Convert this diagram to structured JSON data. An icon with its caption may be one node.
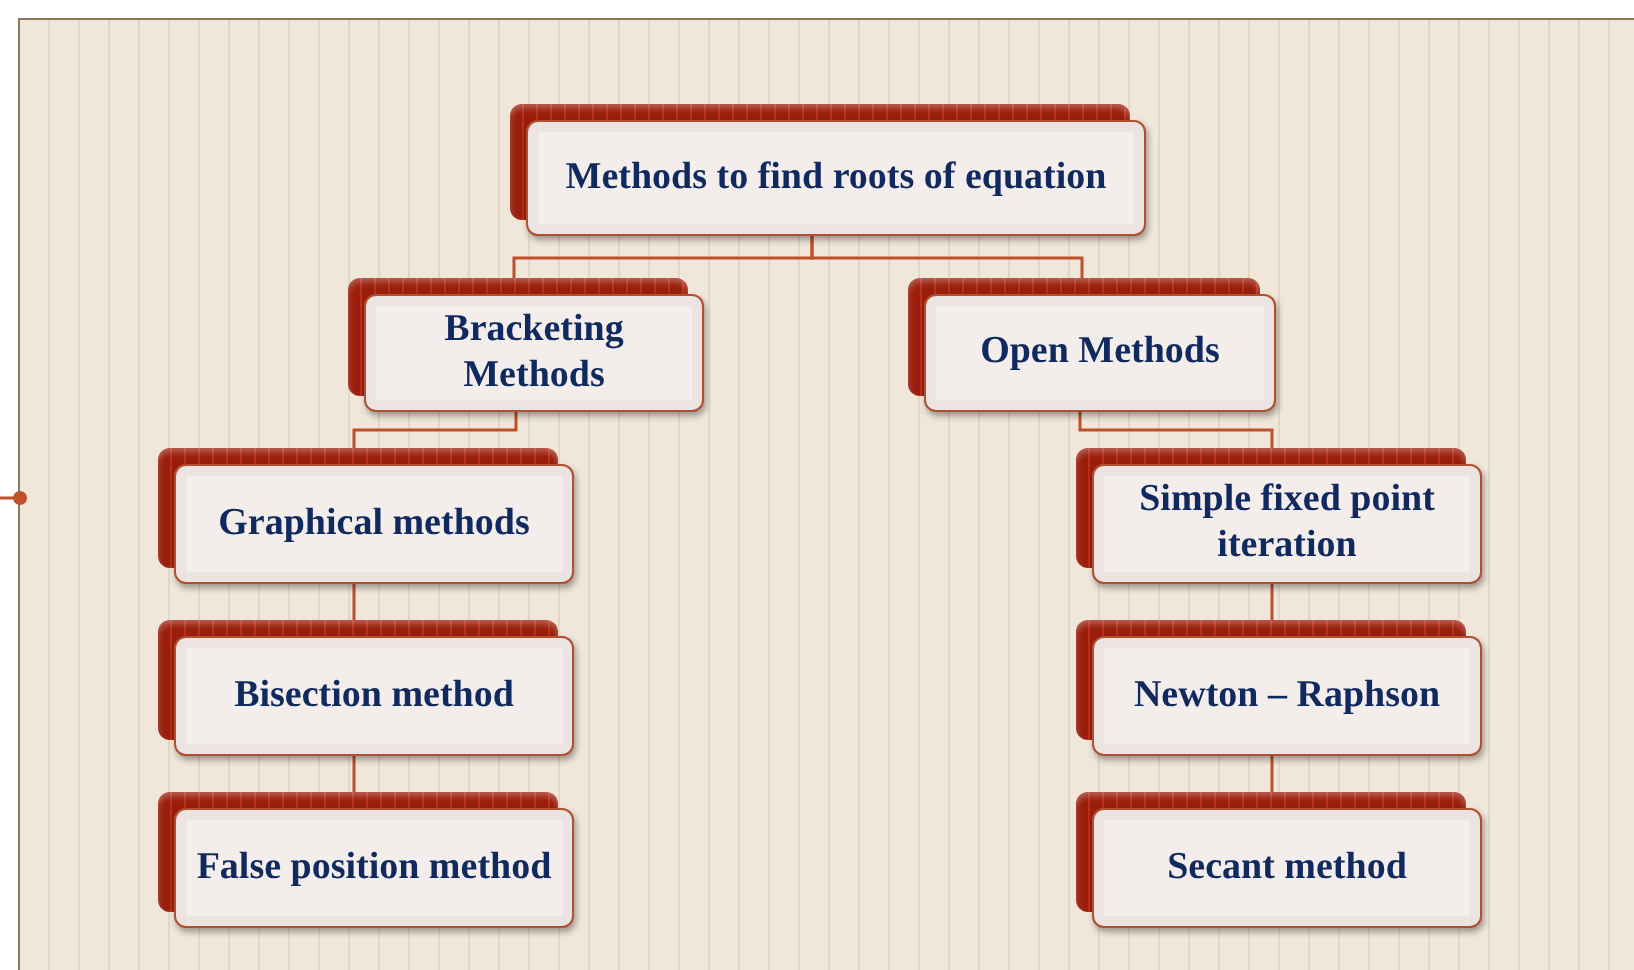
{
  "diagram": {
    "nodes": [
      {
        "text": [
          "Methods to find roots of equation"
        ]
      },
      {
        "text": [
          "Bracketing Methods"
        ]
      },
      {
        "text": [
          "Open Methods"
        ]
      },
      {
        "text": [
          "Graphical methods"
        ]
      },
      {
        "text": [
          "Bisection method"
        ]
      },
      {
        "text": [
          "False position method"
        ]
      },
      {
        "text": [
          "Simple fixed point iteration"
        ]
      },
      {
        "text": [
          "Newton – Raphson"
        ]
      },
      {
        "text": [
          "Secant method"
        ]
      }
    ],
    "edges": [
      {
        "from": 0,
        "to": 1,
        "arrow": "none"
      },
      {
        "from": 0,
        "to": 2,
        "arrow": "none"
      },
      {
        "from": 1,
        "to": 3,
        "arrow": "none"
      },
      {
        "from": 3,
        "to": 4,
        "arrow": "none"
      },
      {
        "from": 4,
        "to": 5,
        "arrow": "none"
      },
      {
        "from": 2,
        "to": 6,
        "arrow": "none"
      },
      {
        "from": 6,
        "to": 7,
        "arrow": "none"
      },
      {
        "from": 7,
        "to": 8,
        "arrow": "none"
      }
    ]
  }
}
